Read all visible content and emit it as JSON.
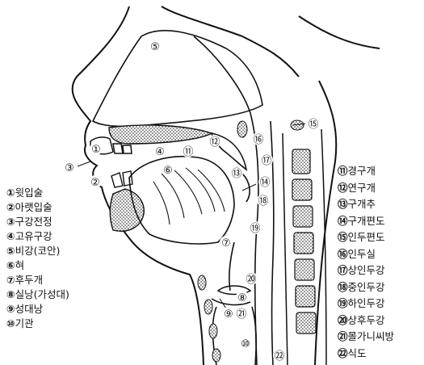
{
  "diagram": {
    "callout_numbers": [
      "①",
      "②",
      "③",
      "④",
      "⑤",
      "⑥",
      "⑦",
      "⑧",
      "⑨",
      "⑩",
      "⑪",
      "⑫",
      "⑬",
      "⑭",
      "⑮",
      "⑯",
      "⑰",
      "⑱",
      "⑲",
      "⑳",
      "㉑",
      "㉒"
    ],
    "legend_left": [
      {
        "num": "①",
        "label": "윗입술"
      },
      {
        "num": "②",
        "label": "아랫입술"
      },
      {
        "num": "③",
        "label": "구강전정"
      },
      {
        "num": "④",
        "label": "고유구강"
      },
      {
        "num": "⑤",
        "label": "비강(코안)"
      },
      {
        "num": "⑥",
        "label": "혀"
      },
      {
        "num": "⑦",
        "label": "후두개"
      },
      {
        "num": "⑧",
        "label": "실낭(가성대)"
      },
      {
        "num": "⑨",
        "label": "성대낭"
      },
      {
        "num": "⑩",
        "label": "기관"
      }
    ],
    "legend_right": [
      {
        "num": "⑪",
        "label": "경구개"
      },
      {
        "num": "⑫",
        "label": "연구개"
      },
      {
        "num": "⑬",
        "label": "구개추"
      },
      {
        "num": "⑭",
        "label": "구개편도"
      },
      {
        "num": "⑮",
        "label": "인두편도"
      },
      {
        "num": "⑯",
        "label": "인두실"
      },
      {
        "num": "⑰",
        "label": "상인두강"
      },
      {
        "num": "⑱",
        "label": "중인두강"
      },
      {
        "num": "⑲",
        "label": "하인두강"
      },
      {
        "num": "⑳",
        "label": "상후두강"
      },
      {
        "num": "㉑",
        "label": "몰가니씨방"
      },
      {
        "num": "㉒",
        "label": "식도"
      }
    ]
  }
}
